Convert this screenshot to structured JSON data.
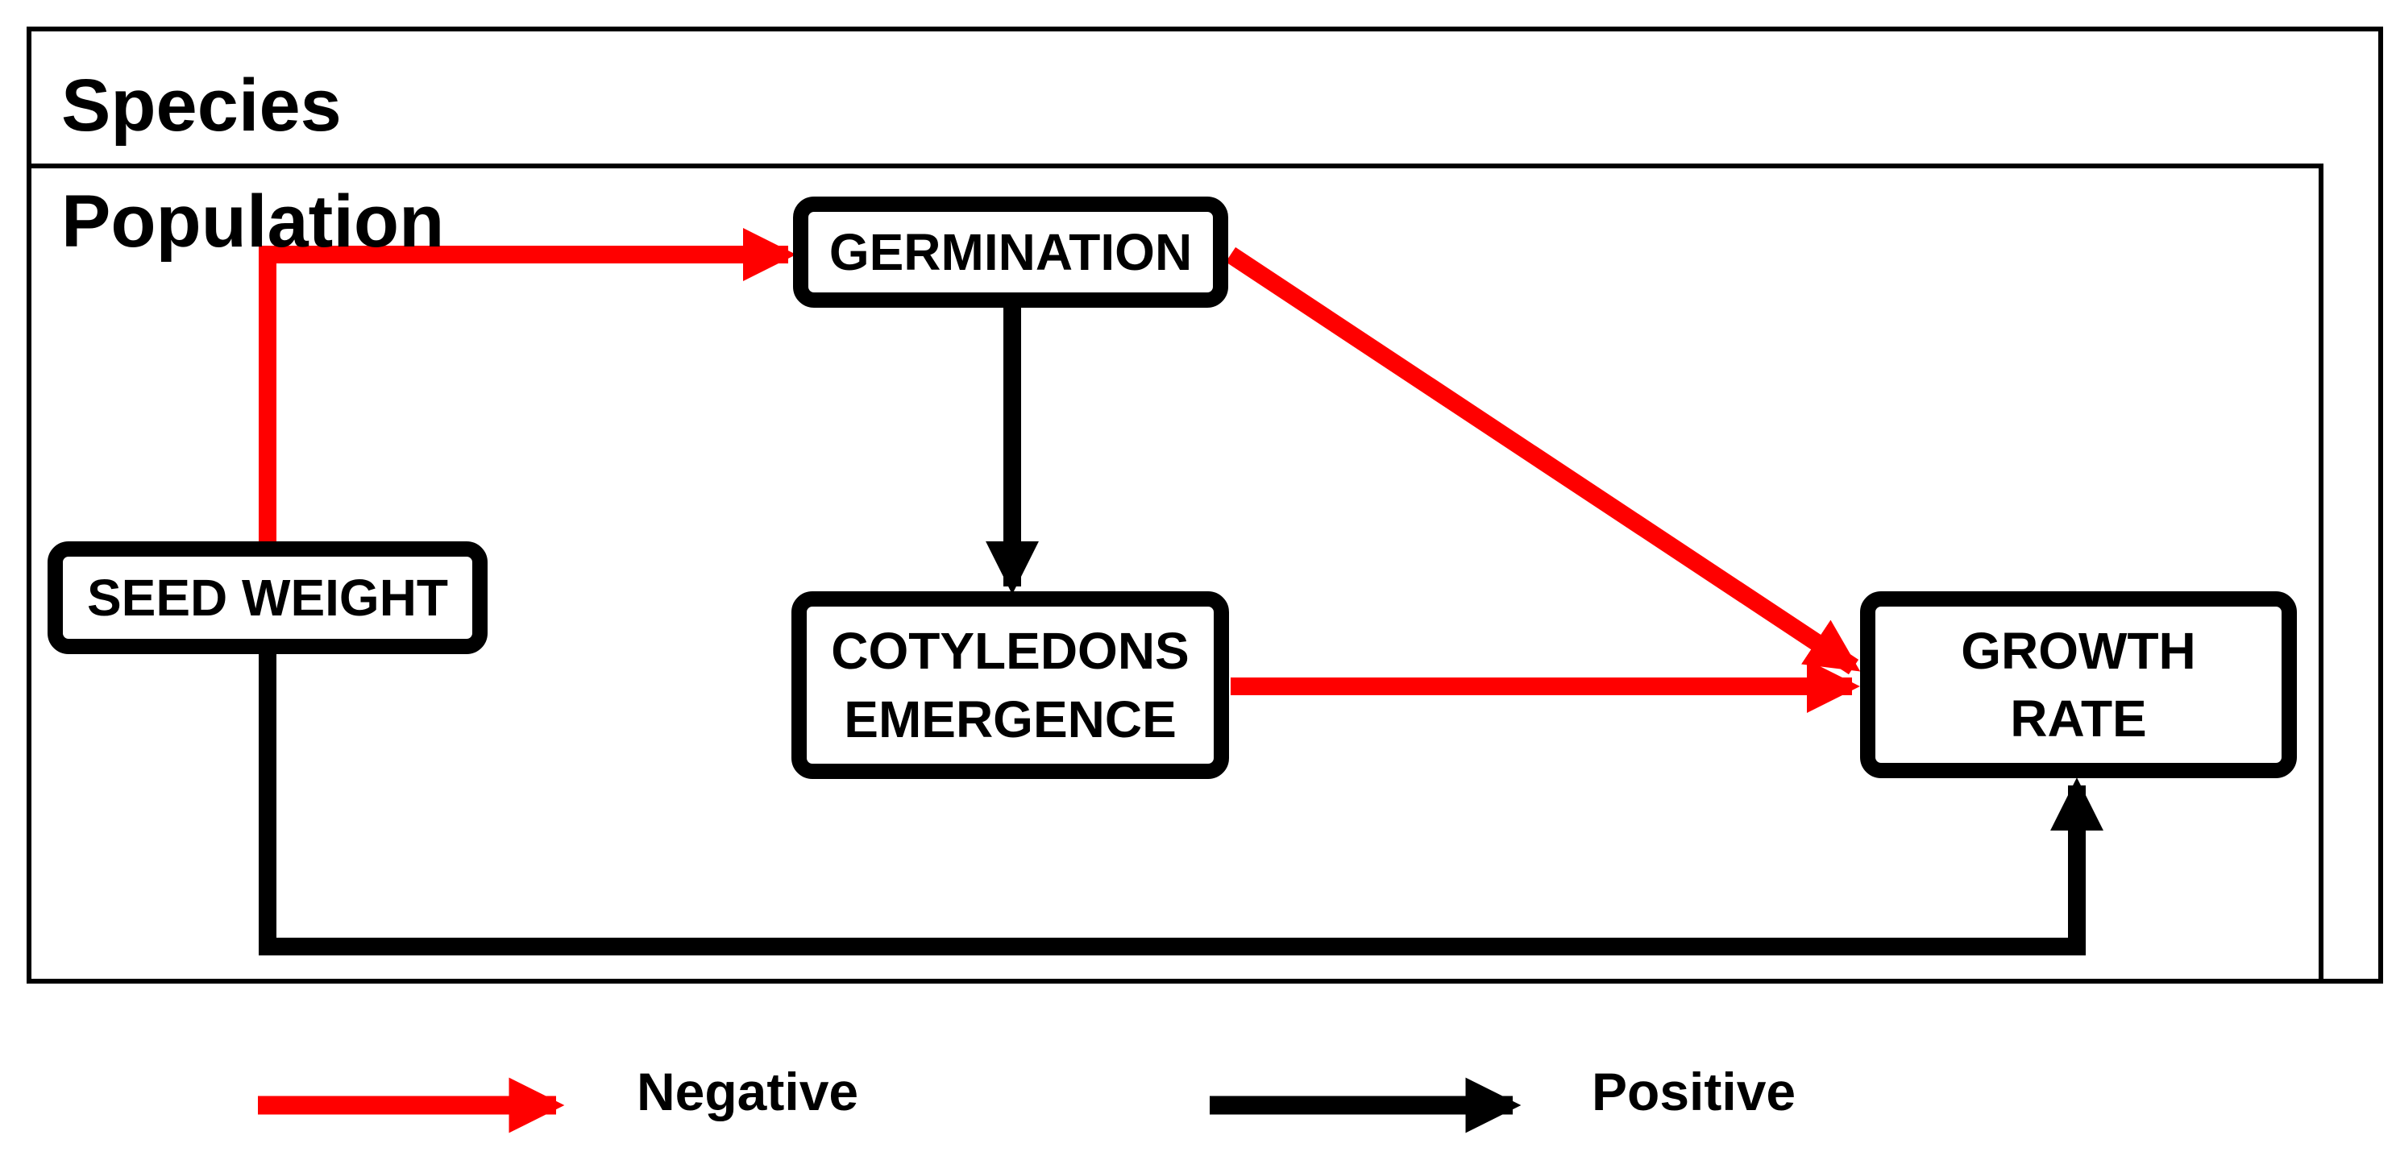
{
  "figure": {
    "type": "causal-path-diagram",
    "containers": {
      "outer_label": "Species",
      "inner_label": "Population"
    },
    "nodes": {
      "seed_weight": {
        "label": "SEED WEIGHT"
      },
      "germination": {
        "label": "GERMINATION"
      },
      "cotyledons_emergence": {
        "line1": "COTYLEDONS",
        "line2": "EMERGENCE"
      },
      "growth_rate": {
        "line1": "GROWTH",
        "line2": "RATE"
      }
    },
    "edges": [
      {
        "from": "SEED WEIGHT",
        "to": "GERMINATION",
        "sign": "negative"
      },
      {
        "from": "GERMINATION",
        "to": "COTYLEDONS EMERGENCE",
        "sign": "positive"
      },
      {
        "from": "GERMINATION",
        "to": "GROWTH RATE",
        "sign": "negative"
      },
      {
        "from": "COTYLEDONS EMERGENCE",
        "to": "GROWTH RATE",
        "sign": "negative"
      },
      {
        "from": "SEED WEIGHT",
        "to": "GROWTH RATE",
        "sign": "positive"
      }
    ],
    "legend": {
      "negative_label": "Negative",
      "positive_label": "Positive"
    },
    "colors": {
      "negative": "#ff0000",
      "positive": "#000000"
    }
  }
}
